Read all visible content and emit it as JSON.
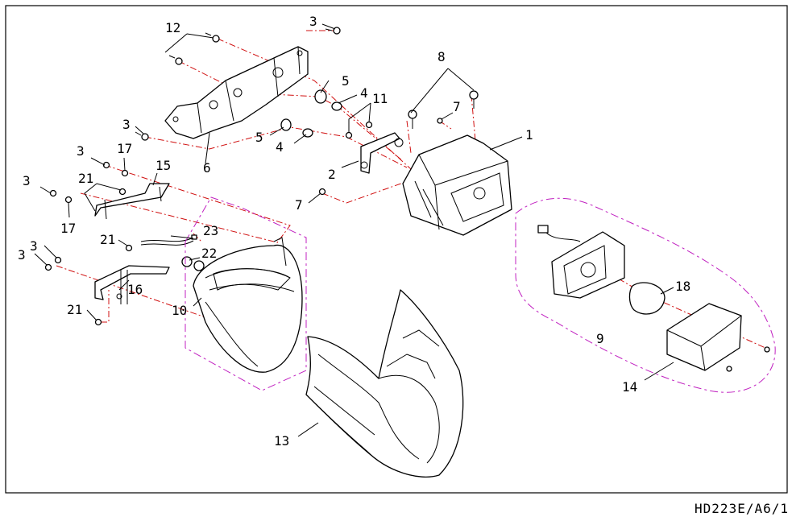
{
  "diagram": {
    "callouts": [
      "1",
      "2",
      "3",
      "4",
      "5",
      "6",
      "7",
      "8",
      "9",
      "10",
      "11",
      "12",
      "13",
      "14",
      "15",
      "16",
      "17",
      "18",
      "21",
      "22",
      "23"
    ],
    "drawing_code": "HD223E/A6/1"
  },
  "colors": {
    "line": "#000000",
    "centerline": "#d01010",
    "group_outline": "#c020c0"
  }
}
